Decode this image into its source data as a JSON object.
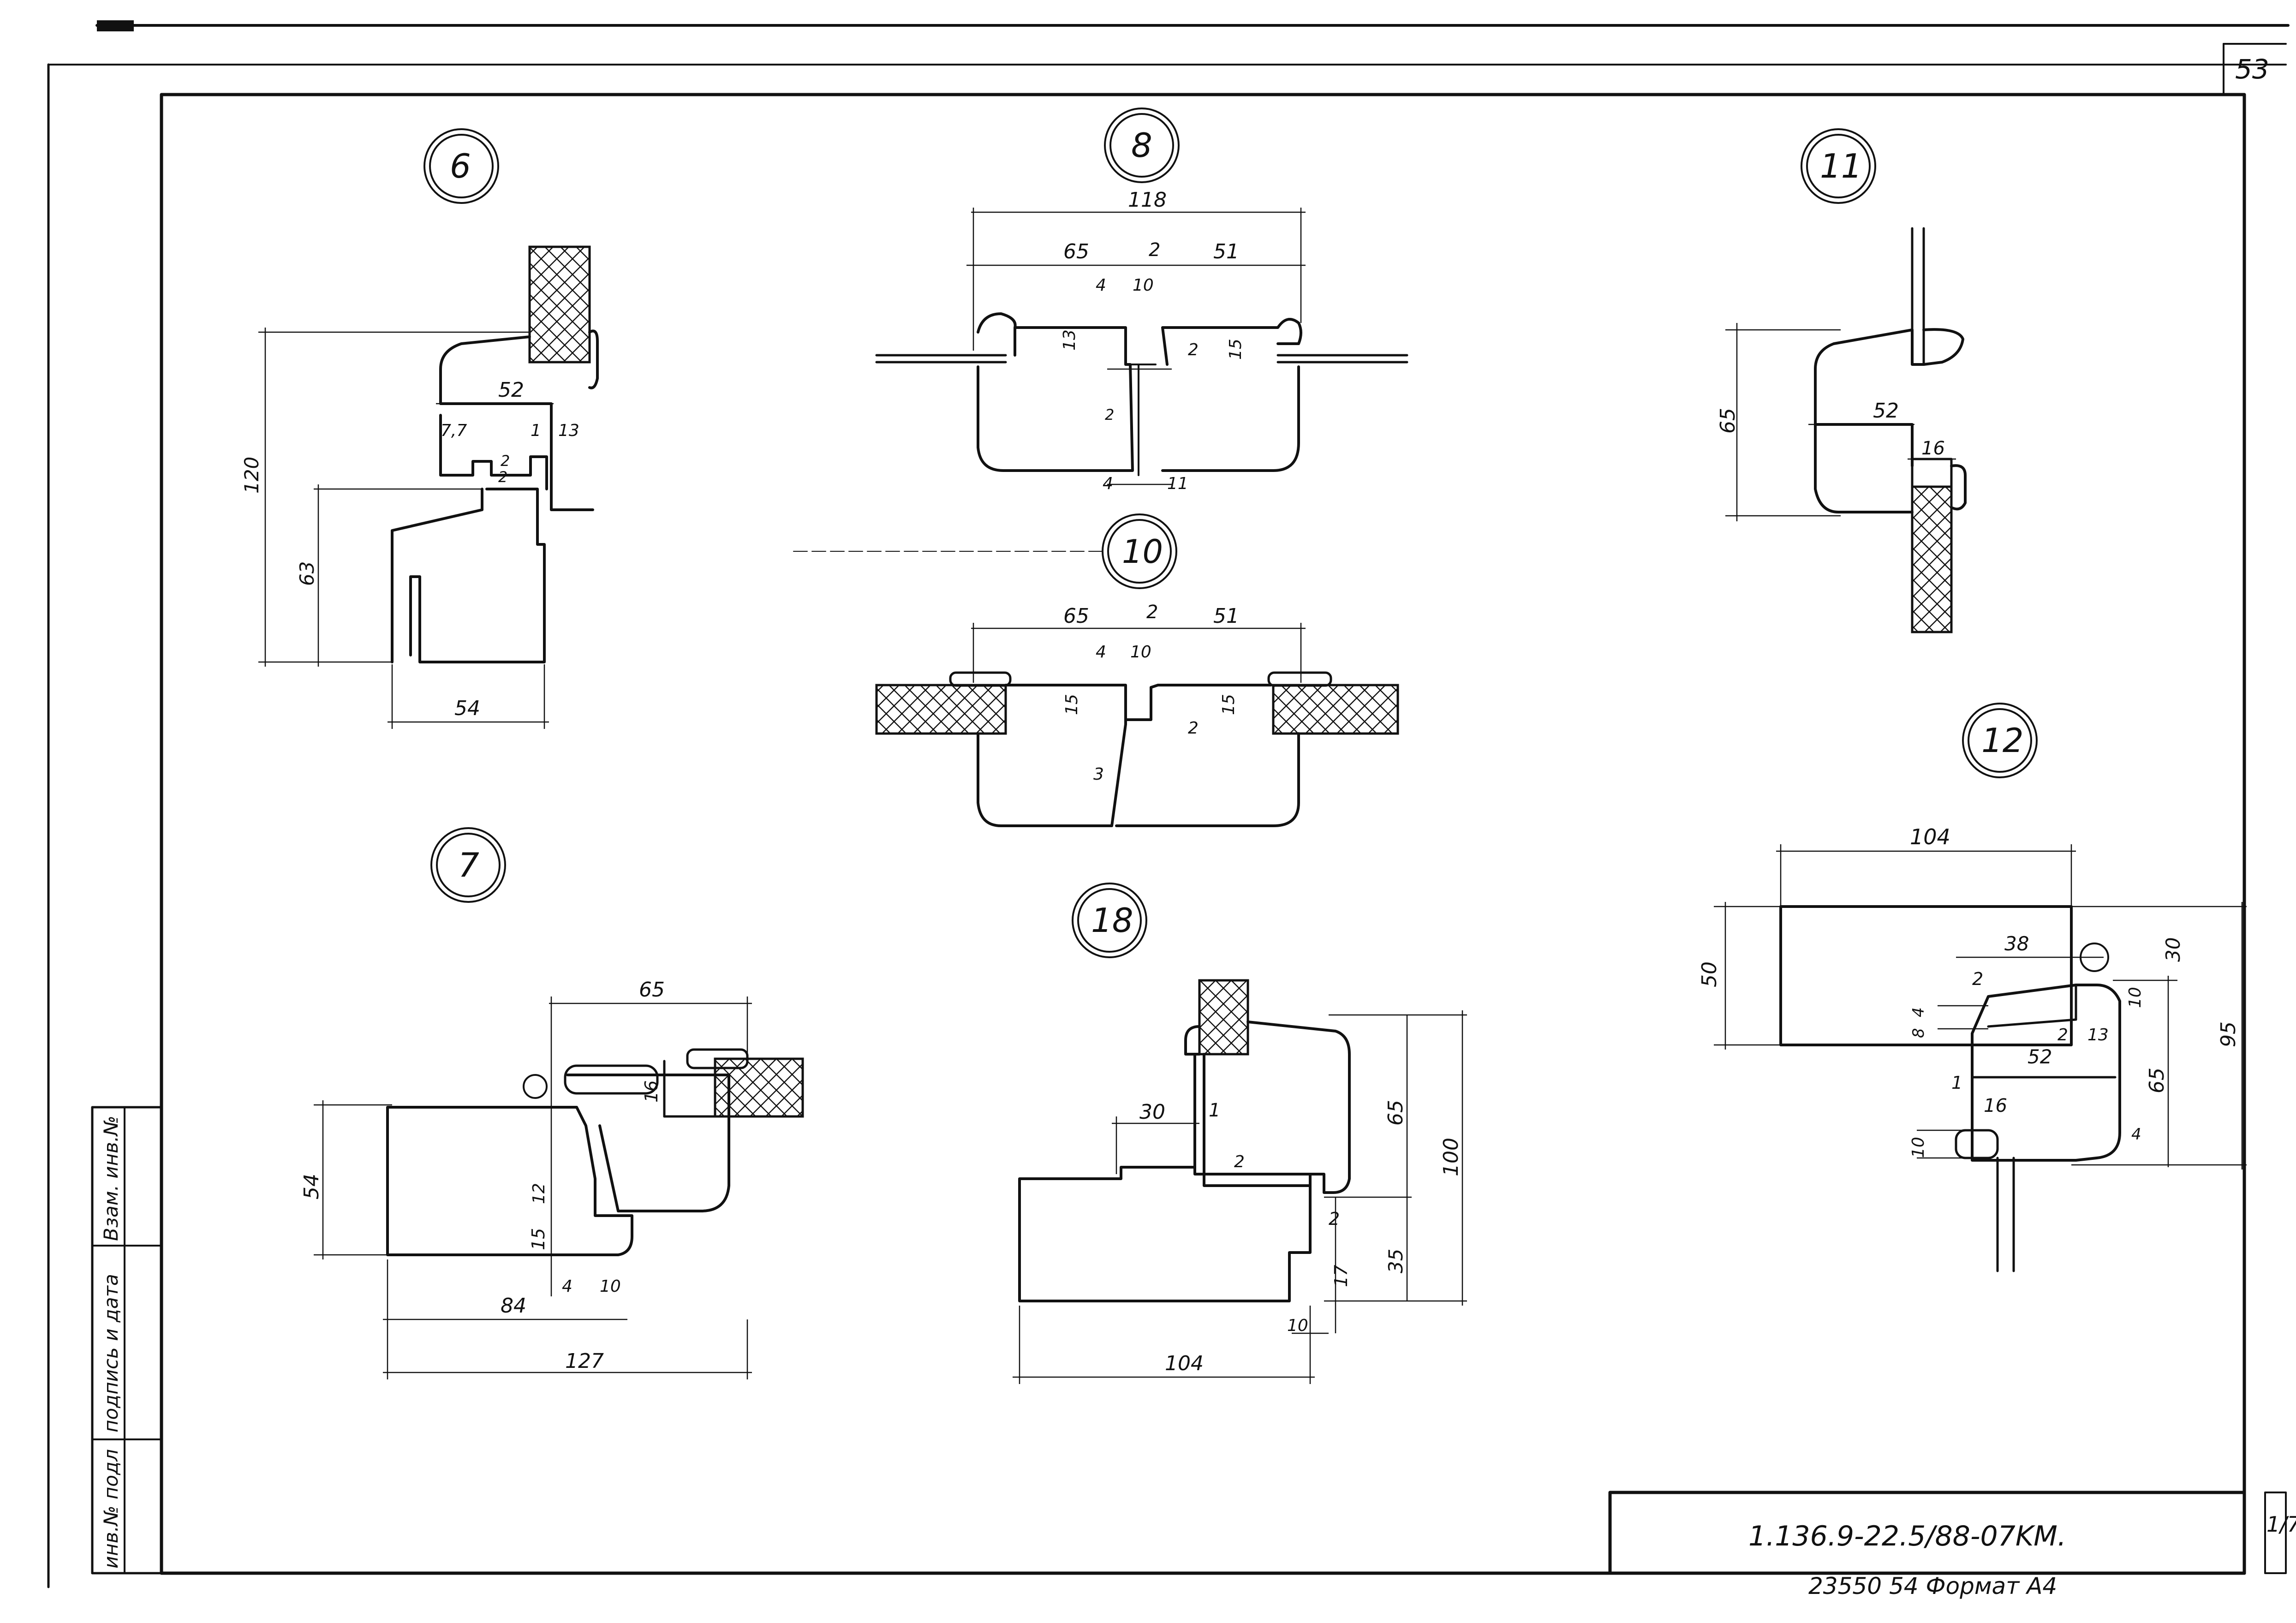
{
  "sheet": {
    "page_number": "53",
    "doc_code": "1.136.9-22.5/88-07KM.",
    "sheet_index": "1/7",
    "bottom_note": "23550    54    Формат  А4"
  },
  "side_stamp": {
    "inv_podl": "инв.№ подл",
    "podpis_data": "подпись и дата",
    "vzam_inv": "Взам. инв.№"
  },
  "details": {
    "d6": {
      "label": "6",
      "dims": [
        "120",
        "52",
        "63",
        "54",
        "7,7",
        "1",
        "13",
        "2",
        "2"
      ]
    },
    "d8": {
      "label": "8",
      "dims": [
        "118",
        "65",
        "2",
        "51",
        "4",
        "10",
        "13",
        "2",
        "15",
        "2",
        "4",
        "11"
      ]
    },
    "d10": {
      "label": "10",
      "dims": [
        "65",
        "2",
        "51",
        "4",
        "10",
        "15",
        "15",
        "2",
        "3"
      ]
    },
    "d11": {
      "label": "11",
      "dims": [
        "65",
        "52",
        "16"
      ]
    },
    "d12": {
      "label": "12",
      "dims": [
        "104",
        "50",
        "30",
        "38",
        "2",
        "10",
        "8",
        "4",
        "2",
        "13",
        "52",
        "95",
        "65",
        "1",
        "16",
        "10",
        "4"
      ]
    },
    "d7": {
      "label": "7",
      "dims": [
        "65",
        "16",
        "54",
        "12",
        "15",
        "84",
        "4",
        "10",
        "127"
      ]
    },
    "d18": {
      "label": "18",
      "dims": [
        "30",
        "1",
        "2",
        "65",
        "100",
        "2",
        "35",
        "17",
        "10",
        "104"
      ]
    }
  }
}
